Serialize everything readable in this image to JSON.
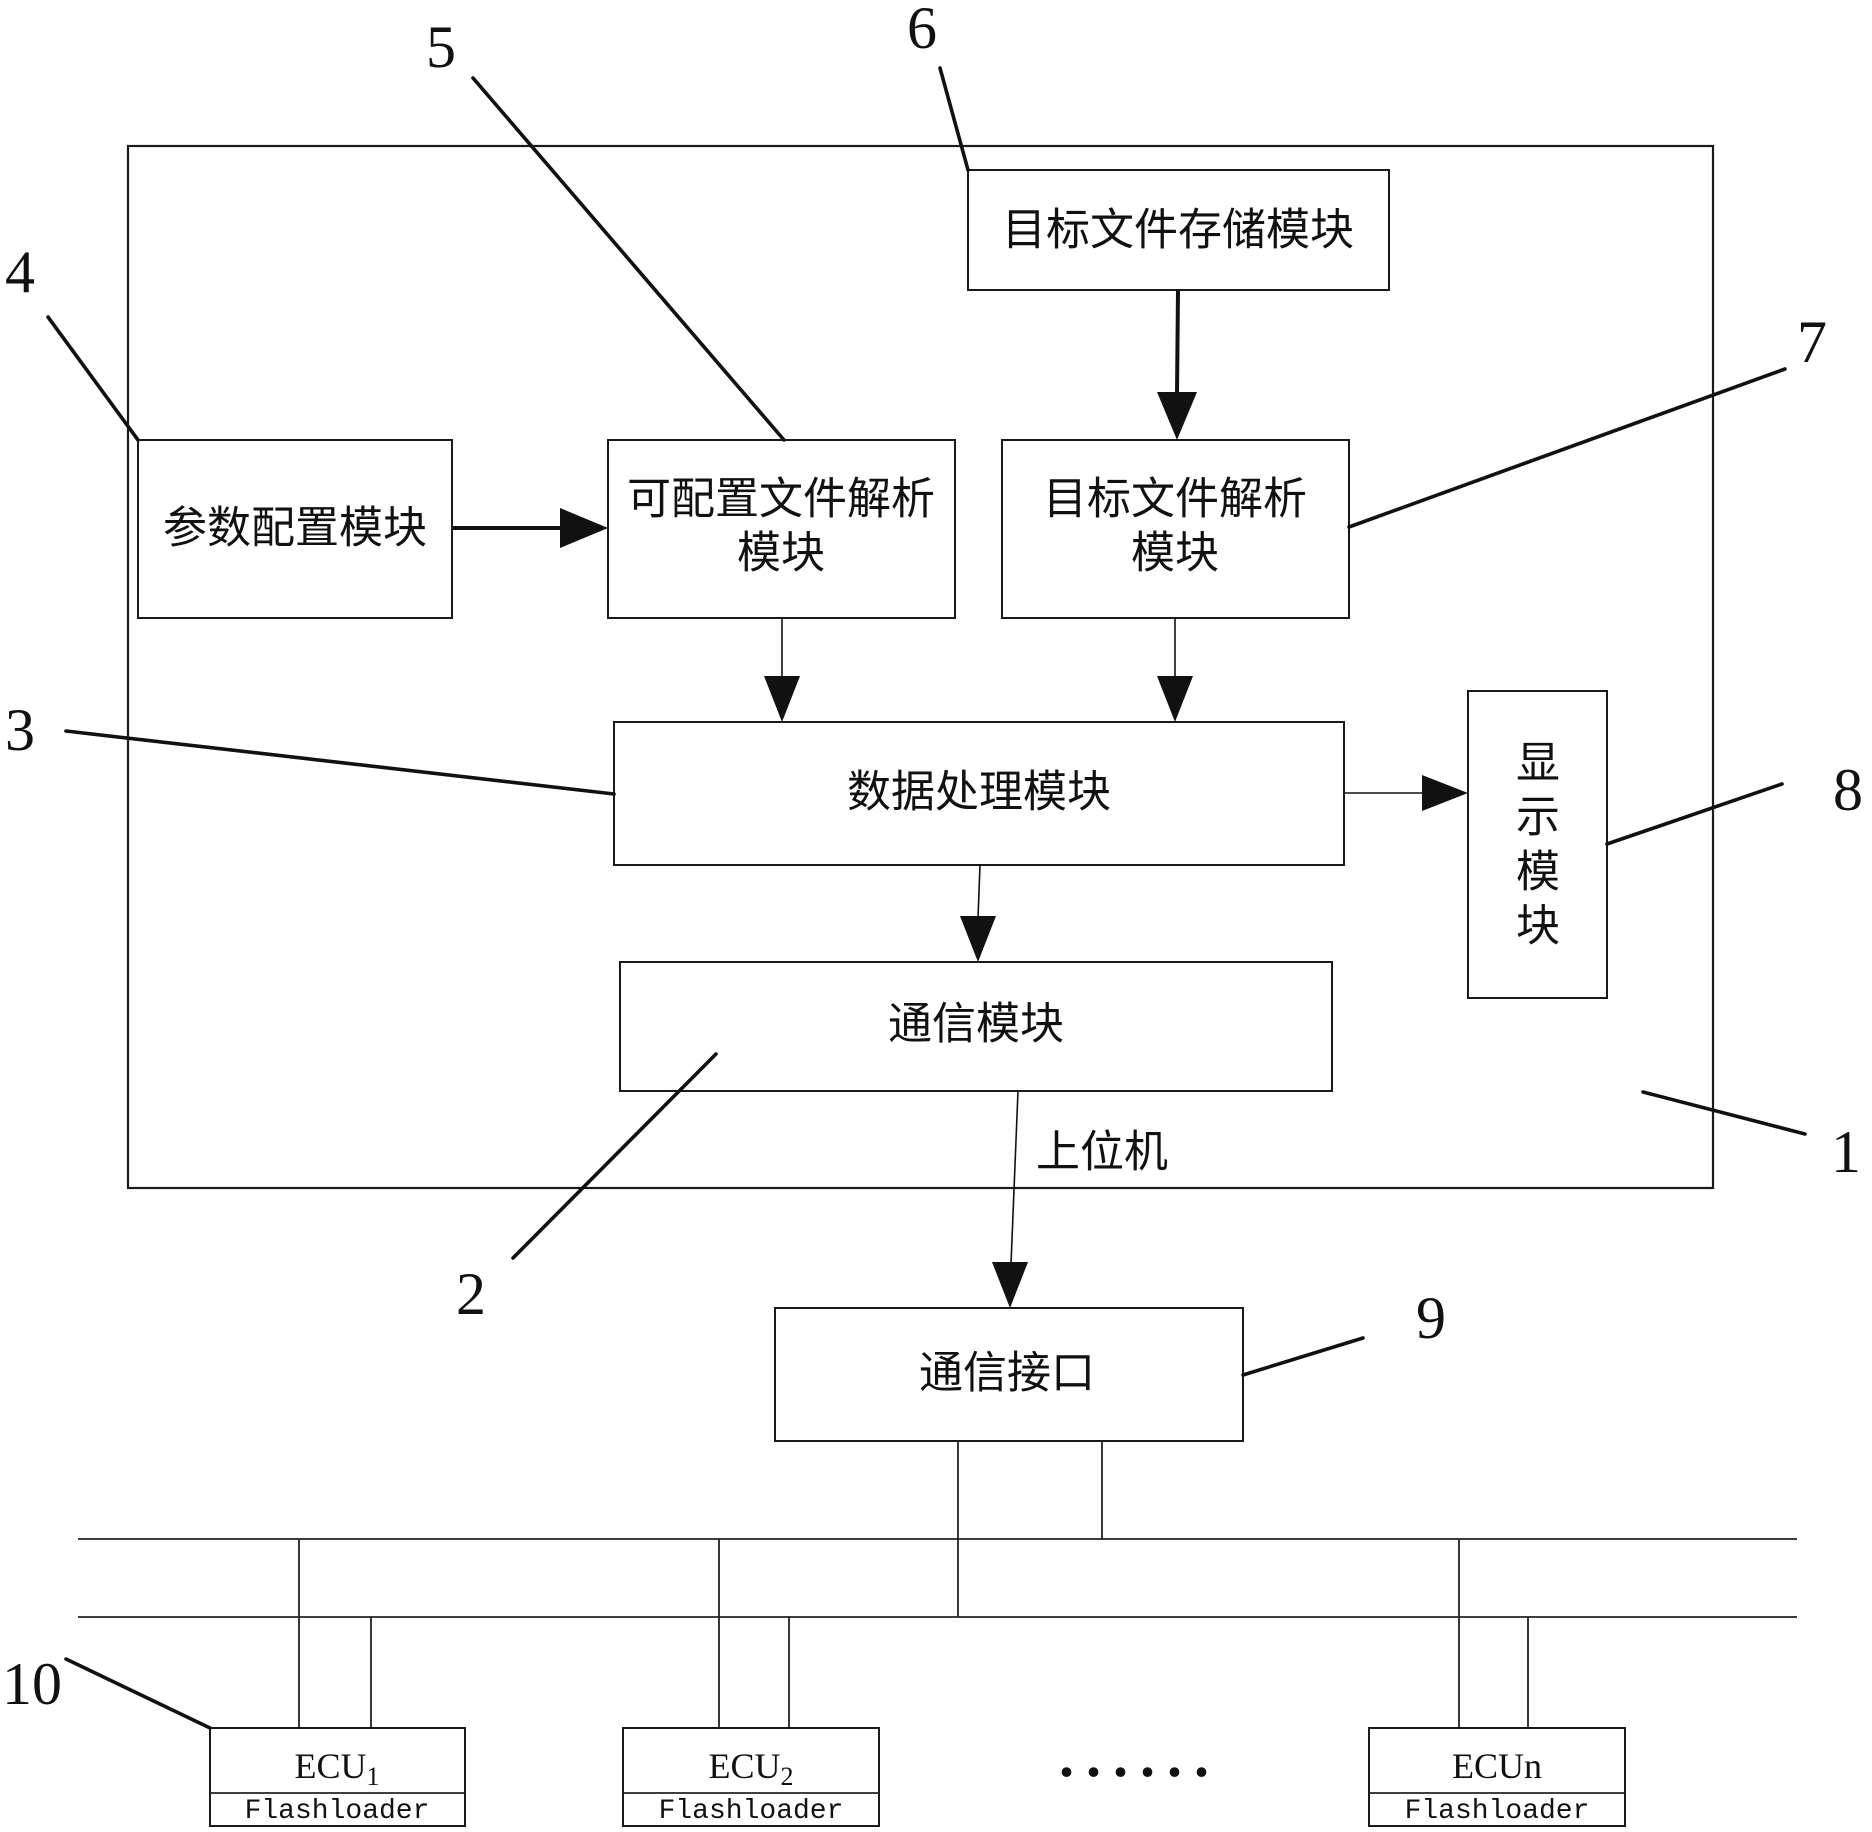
{
  "host_computer": {
    "label": "上位机",
    "ref": "1"
  },
  "modules": {
    "target_file_storage": {
      "label": "目标文件存储模块",
      "ref": "6"
    },
    "parameter_config": {
      "label": "参数配置模块",
      "ref": "4"
    },
    "configurable_file_parser": {
      "lines": [
        "可配置文件解析",
        "模块"
      ],
      "ref": "5"
    },
    "target_file_parser": {
      "lines": [
        "目标文件解析",
        "模块"
      ],
      "ref": "7"
    },
    "data_processing": {
      "label": "数据处理模块",
      "ref": "3"
    },
    "display": {
      "lines": [
        "显",
        "示",
        "模",
        "块"
      ],
      "ref": "8"
    },
    "communication": {
      "label": "通信模块",
      "ref": "2"
    }
  },
  "communication_interface": {
    "label": "通信接口",
    "ref": "9"
  },
  "ecus": {
    "ref": "10",
    "ellipsis": "......",
    "items": [
      {
        "name": "ECU",
        "subscript": "1",
        "firmware": "Flashloader"
      },
      {
        "name": "ECU",
        "subscript": "2",
        "firmware": "Flashloader"
      },
      {
        "name": "ECUn",
        "firmware": "Flashloader"
      }
    ]
  }
}
